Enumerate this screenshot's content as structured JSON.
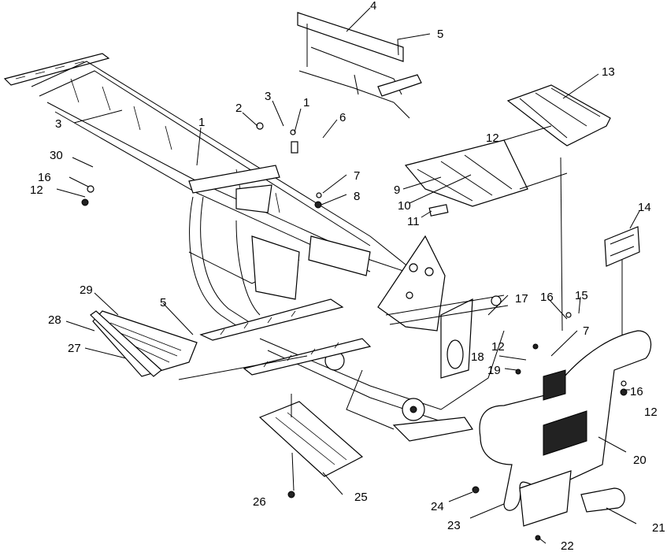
{
  "diagram": {
    "callouts": [
      {
        "id": "c1a",
        "label": "1"
      },
      {
        "id": "c1b",
        "label": "1"
      },
      {
        "id": "c2",
        "label": "2"
      },
      {
        "id": "c3a",
        "label": "3"
      },
      {
        "id": "c3b",
        "label": "3"
      },
      {
        "id": "c4",
        "label": "4"
      },
      {
        "id": "c5a",
        "label": "5"
      },
      {
        "id": "c5b",
        "label": "5"
      },
      {
        "id": "c6",
        "label": "6"
      },
      {
        "id": "c7a",
        "label": "7"
      },
      {
        "id": "c7b",
        "label": "7"
      },
      {
        "id": "c8",
        "label": "8"
      },
      {
        "id": "c9",
        "label": "9"
      },
      {
        "id": "c10",
        "label": "10"
      },
      {
        "id": "c11",
        "label": "11"
      },
      {
        "id": "c12a",
        "label": "12"
      },
      {
        "id": "c12b",
        "label": "12"
      },
      {
        "id": "c12c",
        "label": "12"
      },
      {
        "id": "c12d",
        "label": "12"
      },
      {
        "id": "c13",
        "label": "13"
      },
      {
        "id": "c14",
        "label": "14"
      },
      {
        "id": "c15",
        "label": "15"
      },
      {
        "id": "c16a",
        "label": "16"
      },
      {
        "id": "c16b",
        "label": "16"
      },
      {
        "id": "c16c",
        "label": "16"
      },
      {
        "id": "c17",
        "label": "17"
      },
      {
        "id": "c18",
        "label": "18"
      },
      {
        "id": "c19",
        "label": "19"
      },
      {
        "id": "c20",
        "label": "20"
      },
      {
        "id": "c21",
        "label": "21"
      },
      {
        "id": "c22",
        "label": "22"
      },
      {
        "id": "c23",
        "label": "23"
      },
      {
        "id": "c24",
        "label": "24"
      },
      {
        "id": "c25",
        "label": "25"
      },
      {
        "id": "c26",
        "label": "26"
      },
      {
        "id": "c27",
        "label": "27"
      },
      {
        "id": "c28",
        "label": "28"
      },
      {
        "id": "c29",
        "label": "29"
      },
      {
        "id": "c30",
        "label": "30"
      }
    ]
  }
}
